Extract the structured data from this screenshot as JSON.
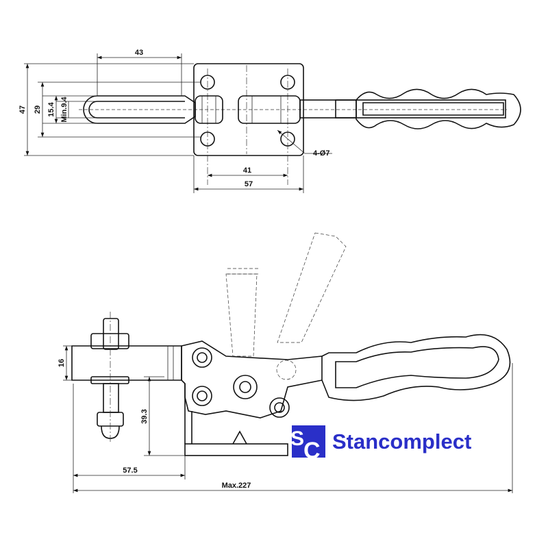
{
  "top_view": {
    "dimensions": {
      "arm_length": "43",
      "overall_height": "47",
      "hole_spacing_vertical": "29",
      "slot_outer": "15.4",
      "slot_min": "Min.9.4",
      "hole_callout": "4-Ø7",
      "hole_spacing_horizontal": "41",
      "plate_width": "57"
    }
  },
  "side_view": {
    "dimensions": {
      "arm_thickness": "16",
      "spindle_height": "39.3",
      "spindle_offset": "57.5",
      "overall_length": "Max.227"
    }
  },
  "logo": {
    "mark": "SC",
    "brand_name": "Stancomplect",
    "color": "#2a2fc8"
  }
}
